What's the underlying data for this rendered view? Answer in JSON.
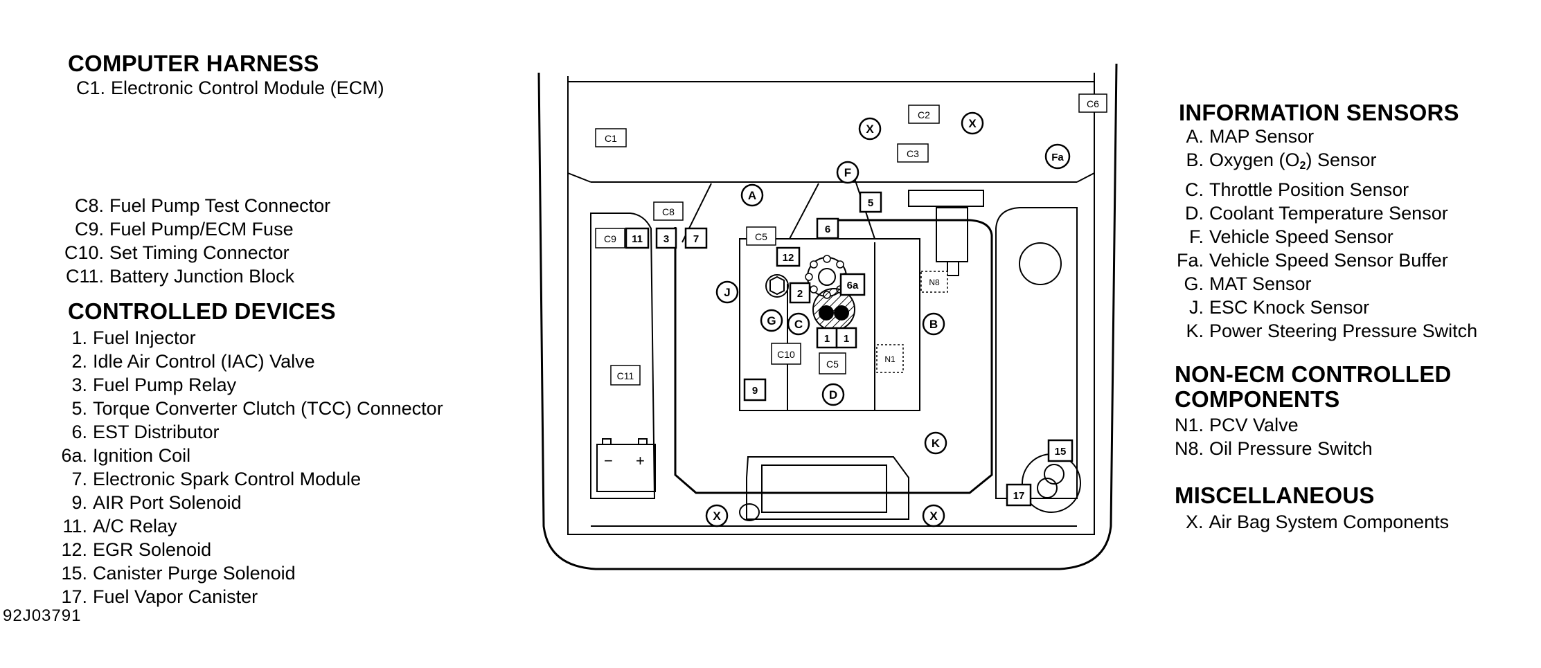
{
  "left_legend": {
    "computer_harness": {
      "heading": "COMPUTER HARNESS",
      "items": [
        {
          "code": "C1.",
          "text": "Electronic Control Module (ECM)"
        },
        {
          "code": "C8.",
          "text": "Fuel Pump Test Connector"
        },
        {
          "code": "C9.",
          "text": "Fuel Pump/ECM Fuse"
        },
        {
          "code": "C10.",
          "text": "Set Timing Connector"
        },
        {
          "code": "C11.",
          "text": "Battery Junction Block"
        }
      ]
    },
    "controlled_devices": {
      "heading": "CONTROLLED DEVICES",
      "items": [
        {
          "code": "1.",
          "text": "Fuel Injector"
        },
        {
          "code": "2.",
          "text": "Idle Air Control (IAC) Valve"
        },
        {
          "code": "3.",
          "text": "Fuel Pump Relay"
        },
        {
          "code": "5.",
          "text": "Torque Converter Clutch (TCC) Connector"
        },
        {
          "code": "6.",
          "text": "EST Distributor"
        },
        {
          "code": "6a.",
          "text": "Ignition Coil"
        },
        {
          "code": "7.",
          "text": "Electronic Spark Control Module"
        },
        {
          "code": "9.",
          "text": "AIR Port Solenoid"
        },
        {
          "code": "11.",
          "text": "A/C Relay"
        },
        {
          "code": "12.",
          "text": "EGR Solenoid"
        },
        {
          "code": "15.",
          "text": "Canister Purge Solenoid"
        },
        {
          "code": "17.",
          "text": "Fuel Vapor Canister"
        }
      ]
    }
  },
  "right_legend": {
    "information_sensors": {
      "heading": "INFORMATION SENSORS",
      "items": [
        {
          "code": "A.",
          "text": "MAP Sensor"
        },
        {
          "code": "B.",
          "text": "Oxygen (O",
          "sub": "2",
          "after": ") Sensor"
        },
        {
          "code": "C.",
          "text": "Throttle Position Sensor"
        },
        {
          "code": "D.",
          "text": "Coolant Temperature Sensor"
        },
        {
          "code": "F.",
          "text": "Vehicle Speed Sensor"
        },
        {
          "code": "Fa.",
          "text": "Vehicle Speed Sensor Buffer"
        },
        {
          "code": "G.",
          "text": "MAT Sensor"
        },
        {
          "code": "J.",
          "text": "ESC Knock Sensor"
        },
        {
          "code": "K.",
          "text": "Power Steering Pressure Switch"
        }
      ]
    },
    "non_ecm": {
      "heading_line1": "NON-ECM CONTROLLED",
      "heading_line2": "COMPONENTS",
      "items": [
        {
          "code": "N1.",
          "text": "PCV Valve"
        },
        {
          "code": "N8.",
          "text": "Oil Pressure Switch"
        }
      ]
    },
    "miscellaneous": {
      "heading": "MISCELLANEOUS",
      "items": [
        {
          "code": "X.",
          "text": "Air Bag System Components"
        }
      ]
    }
  },
  "reference_code": "92J03791",
  "diagram": {
    "dashed_boxes": [
      "C1",
      "C2",
      "C3",
      "C5",
      "C5",
      "C6",
      "C8",
      "C9",
      "C10",
      "C11",
      "N1",
      "N8"
    ],
    "solid_boxes": [
      "11",
      "3",
      "7",
      "5",
      "6",
      "12",
      "2",
      "6a",
      "1",
      "1",
      "9",
      "15",
      "17"
    ],
    "circles": [
      "X",
      "X",
      "X",
      "X",
      "F",
      "Fa",
      "A",
      "J",
      "G",
      "C",
      "B",
      "D",
      "K"
    ],
    "battery_signs": [
      "−",
      "+"
    ]
  }
}
